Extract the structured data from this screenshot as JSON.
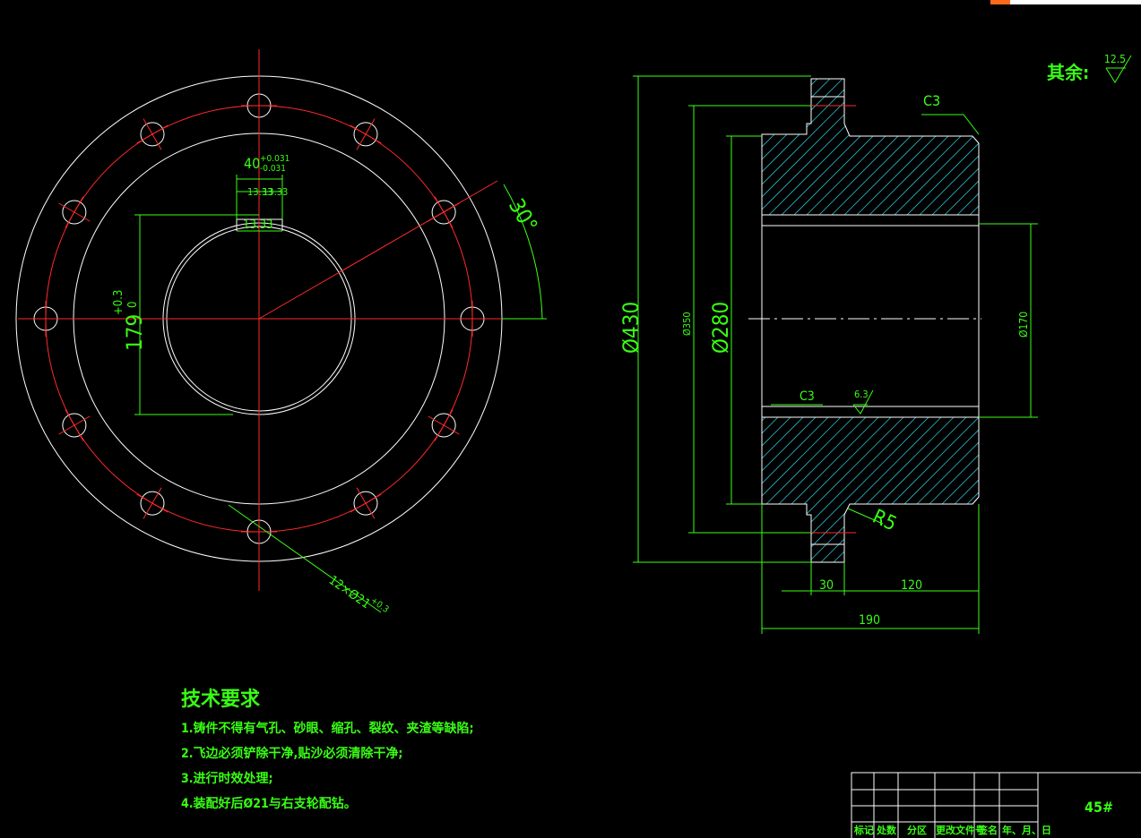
{
  "surface_roughness": {
    "label": "其余:",
    "value": "12.5"
  },
  "front_view": {
    "keyway_width": "40",
    "keyway_tol_upper": "+0.031",
    "keyway_tol_lower": "-0.031",
    "keyway_half_1": "13.33",
    "keyway_half_2": "13.33",
    "keyway_bottom": "13.33",
    "keyway_depth": "179",
    "keyway_depth_tol": "+0.3",
    "keyway_depth_tol2": "0",
    "hole_angle": "30°",
    "holes_callout": "12×Ø21",
    "holes_tol": "+0.3"
  },
  "section_view": {
    "dia_430": "Ø430",
    "dia_350": "Ø350",
    "dia_280": "Ø280",
    "dia_170": "Ø170",
    "chamfer_top": "C3",
    "chamfer_bottom": "C3",
    "roughness_bore": "6.3",
    "fillet": "R5",
    "len_flange": "30",
    "len_hub": "120",
    "len_total": "190"
  },
  "tech_requirements": {
    "title": "技术要求",
    "items": [
      "1.铸件不得有气孔、砂眼、缩孔、裂纹、夹渣等缺陷;",
      "2.飞边必须铲除干净,贴沙必须清除干净;",
      "3.进行时效处理;",
      "4.装配好后Ø21与右支轮配钻。"
    ]
  },
  "title_block": {
    "material": "45#",
    "headers": [
      "标记",
      "处数",
      "分区",
      "更改文件号",
      "签名",
      "年、月、日"
    ]
  },
  "colors": {
    "background": "#000000",
    "annotation": "#39ff14",
    "outline": "#ffffff",
    "centerline": "#ff2a2a",
    "hatch": "#29b6c7"
  }
}
